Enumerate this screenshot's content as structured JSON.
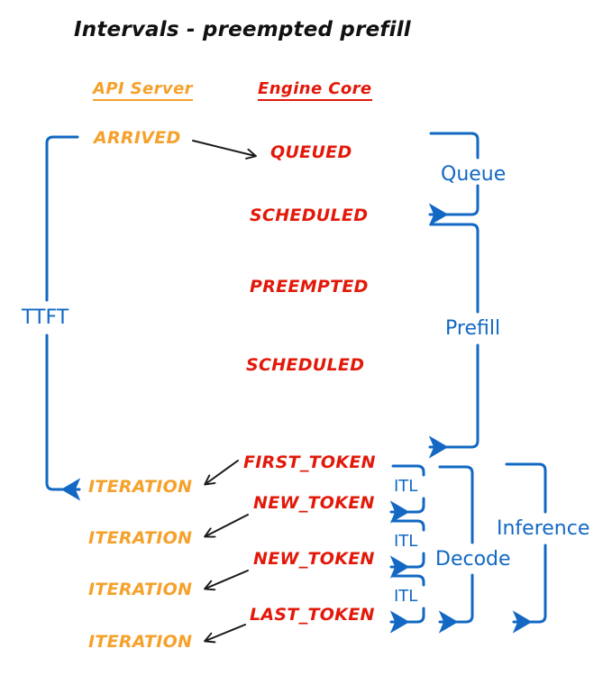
{
  "diagram": {
    "title": "Intervals - preempted prefill",
    "colors": {
      "api_server": "#F5A12B",
      "engine_core": "#E2190A",
      "interval": "#1268C3",
      "arrow": "#1A1A1A",
      "background": "#FFFFFF"
    }
  },
  "columns": {
    "api_server_header": "API Server",
    "engine_core_header": "Engine Core"
  },
  "api_events": [
    {
      "label": "ARRIVED"
    },
    {
      "label": "ITERATION"
    },
    {
      "label": "ITERATION"
    },
    {
      "label": "ITERATION"
    },
    {
      "label": "ITERATION"
    }
  ],
  "engine_events": [
    {
      "label": "QUEUED"
    },
    {
      "label": "SCHEDULED"
    },
    {
      "label": "PREEMPTED"
    },
    {
      "label": "SCHEDULED"
    },
    {
      "label": "FIRST_TOKEN"
    },
    {
      "label": "NEW_TOKEN"
    },
    {
      "label": "NEW_TOKEN"
    },
    {
      "label": "LAST_TOKEN"
    }
  ],
  "intervals": [
    {
      "label": "TTFT"
    },
    {
      "label": "Queue"
    },
    {
      "label": "Prefill"
    },
    {
      "label": "Decode"
    },
    {
      "label": "Inference"
    },
    {
      "label": "ITL"
    },
    {
      "label": "ITL"
    },
    {
      "label": "ITL"
    }
  ]
}
